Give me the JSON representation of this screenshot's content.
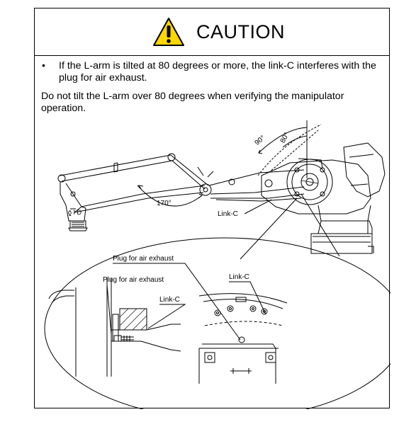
{
  "header": {
    "title": "CAUTION",
    "icon": "warning-triangle-icon",
    "icon_color": "#FFD700"
  },
  "body": {
    "bullet_symbol": "•",
    "bullet_text": "If the L-arm is tilted at 80 degrees or more, the link-C interferes with the plug for air exhaust.",
    "paragraph": "Do not tilt the L-arm over 80 degrees when verifying the manipulator operation."
  },
  "figure": {
    "angle_90": "90°",
    "angle_80": "80°",
    "angle_170": "170°",
    "link_c_main": "Link-C",
    "plug_label_top": "Plug for air exhaust",
    "plug_label_left": "Plug for air exhaust",
    "link_c_left": "Link-C",
    "link_c_right": "Link-C"
  }
}
